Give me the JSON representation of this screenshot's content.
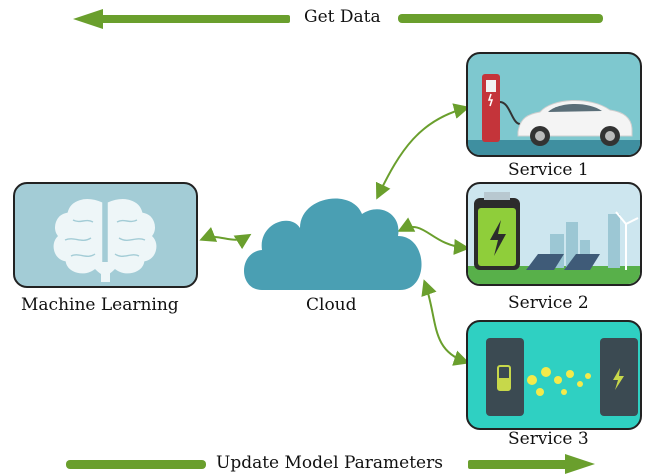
{
  "arrows": {
    "top_label": "Get Data",
    "bottom_label": "Update Model Parameters",
    "color": "#6a9f2d"
  },
  "nodes": {
    "machine_learning": {
      "label": "Machine Learning",
      "icon": "brain-icon"
    },
    "cloud": {
      "label": "Cloud",
      "icon": "cloud-icon"
    },
    "service_1": {
      "label": "Service 1",
      "icon": "ev-charging-car-icon"
    },
    "service_2": {
      "label": "Service 2",
      "icon": "battery-solar-wind-icon"
    },
    "service_3": {
      "label": "Service 3",
      "icon": "phone-to-phone-energy-icon"
    }
  },
  "colors": {
    "cloud": "#4a9fb3",
    "brain_panel": "#a3ccd6",
    "service1_panel": "#7ec8cf",
    "service2_panel": "#cde6ef",
    "service3_panel": "#2fd0c2",
    "connector": "#6a9f2d"
  }
}
